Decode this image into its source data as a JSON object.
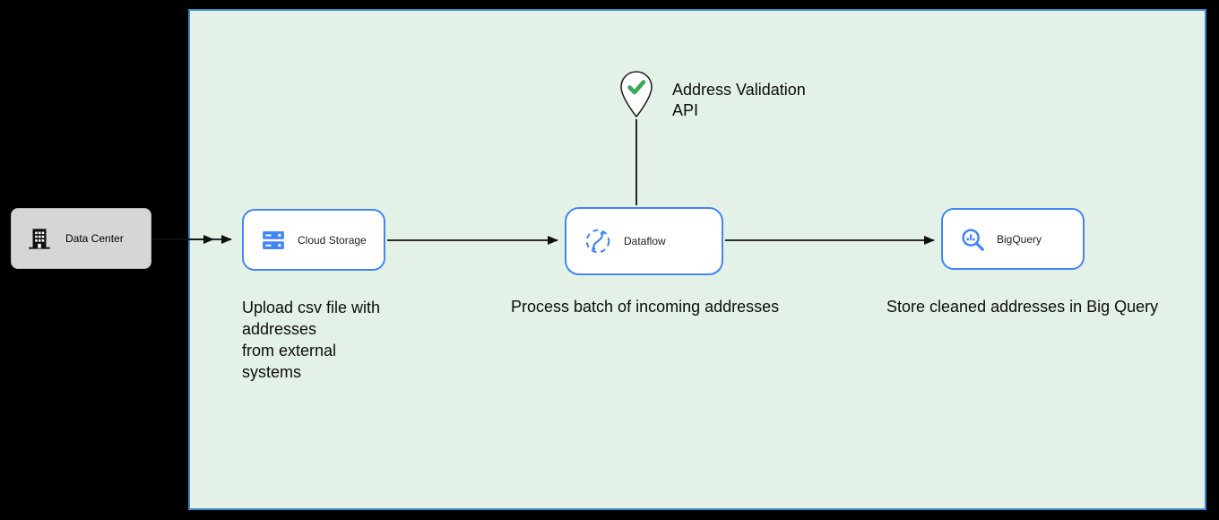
{
  "colors": {
    "canvas_fill": "#e4f1e7",
    "canvas_border": "#3d85c6",
    "node_border": "#4285f4",
    "icon_blue": "#4285f4",
    "check_green": "#34a853",
    "datacenter_fill": "#d6d6d6",
    "wire_color": "#111111",
    "text_dark": "#0d0d0d"
  },
  "nodes": {
    "data_center": {
      "label": "Data Center"
    },
    "cloud_storage": {
      "label": "Cloud Storage",
      "caption": "Upload csv file with\naddresses\nfrom external\nsystems"
    },
    "dataflow": {
      "label": "Dataflow",
      "caption": "Process batch of incoming addresses"
    },
    "bigquery": {
      "label": "BigQuery",
      "caption": "Store cleaned addresses in Big Query"
    }
  },
  "annotations": {
    "address_validation": {
      "label": "Address Validation\nAPI"
    }
  }
}
